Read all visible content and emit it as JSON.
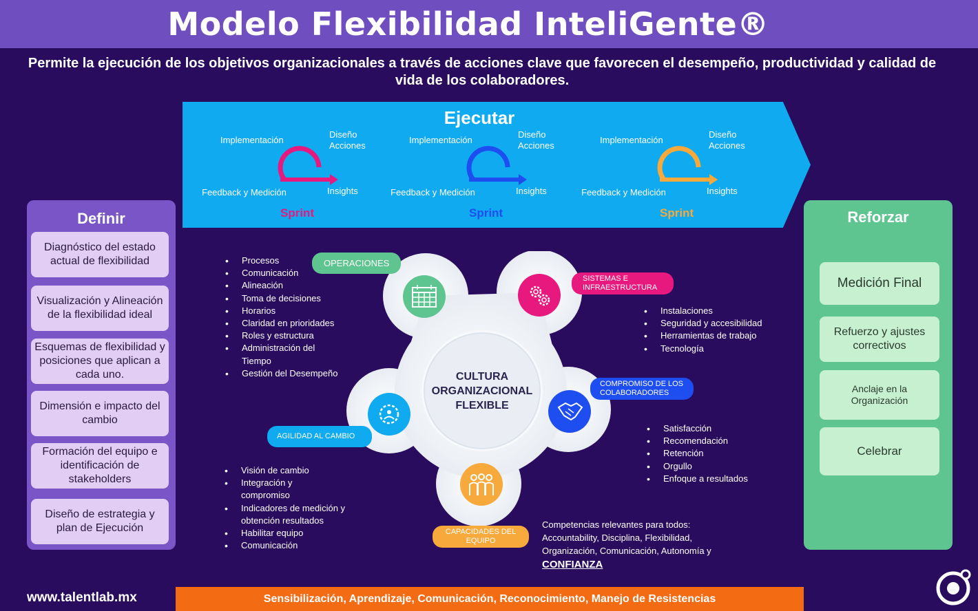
{
  "title": "Modelo Flexibilidad InteliGente®",
  "subtitle": "Permite la ejecución de los objetivos organizacionales a través de acciones clave que  favorecen  el desempeño, productividad y calidad de vida de los colaboradores.",
  "ejecutar": {
    "title": "Ejecutar",
    "sprints": [
      {
        "implementacion": "Implementación",
        "diseno": "Diseño Acciones",
        "feedback": "Feedback y Medición",
        "insights": "Insights",
        "name": "Sprint",
        "color": "#e8197e"
      },
      {
        "implementacion": "Implementación",
        "diseno": "Diseño Acciones",
        "feedback": "Feedback y Medición",
        "insights": "Insights",
        "name": "Sprint",
        "color": "#1f4ef0"
      },
      {
        "implementacion": "Implementación",
        "diseno": "Diseño Acciones",
        "feedback": "Feedback y Medición",
        "insights": "Insights",
        "name": "Sprint",
        "color": "#f7a93b"
      }
    ]
  },
  "definir": {
    "title": "Definir",
    "items": [
      "Diagnóstico del estado actual de flexibilidad",
      "Visualización y Alineación de la flexibilidad ideal",
      "Esquemas de flexibilidad y posiciones que aplican a cada uno.",
      "Dimensión e impacto del cambio",
      "Formación del equipo e identificación de stakeholders",
      "Diseño de estrategia y plan de Ejecución"
    ]
  },
  "reforzar": {
    "title": "Reforzar",
    "items": [
      "Medición Final",
      "Refuerzo y ajustes correctivos",
      "Anclaje en la Organización",
      "Celebrar"
    ]
  },
  "center": {
    "label": "CULTURA ORGANIZACIONAL FLEXIBLE"
  },
  "petals": {
    "operaciones": {
      "label": "OPERACIONES",
      "color": "#5ec490",
      "items": [
        "Procesos",
        "Comunicación",
        "Alineación",
        "Toma de decisiones",
        "Horarios",
        "Claridad en prioridades",
        "Roles y estructura",
        "Administración del Tiempo",
        "Gestión del Desempeño"
      ]
    },
    "sistemas": {
      "label": "SISTEMAS E INFRAESTRUCTURA",
      "color": "#e8197e",
      "items": [
        "Instalaciones",
        "Seguridad y accesibilidad",
        "Herramientas de trabajo",
        "Tecnología"
      ]
    },
    "compromiso": {
      "label": "COMPROMISO DE LOS COLABORADORES",
      "color": "#1f4ef0",
      "items": [
        "Satisfacción",
        "Recomendación",
        "Retención",
        "Orgullo",
        "Enfoque a resultados"
      ]
    },
    "capacidades": {
      "label": "CAPACIDADES DEL EQUIPO",
      "color": "#f7a93b"
    },
    "agilidad": {
      "label": "AGILIDAD AL CAMBIO",
      "color": "#10aaf0",
      "items": [
        "Visión de cambio",
        "Integración y compromiso",
        "Indicadores de medición y obtención resultados",
        "Habilitar equipo",
        "Comunicación"
      ]
    }
  },
  "competencias": {
    "text": "Competencias relevantes para todos: Accountability, Disciplina, Flexibilidad, Organización, Comunicación, Autonomía y",
    "highlight": "CONFIANZA"
  },
  "bottom_bar": "Sensibilización, Aprendizaje, Comunicación, Reconocimiento, Manejo de Resistencias",
  "website": "www.talentlab.mx"
}
